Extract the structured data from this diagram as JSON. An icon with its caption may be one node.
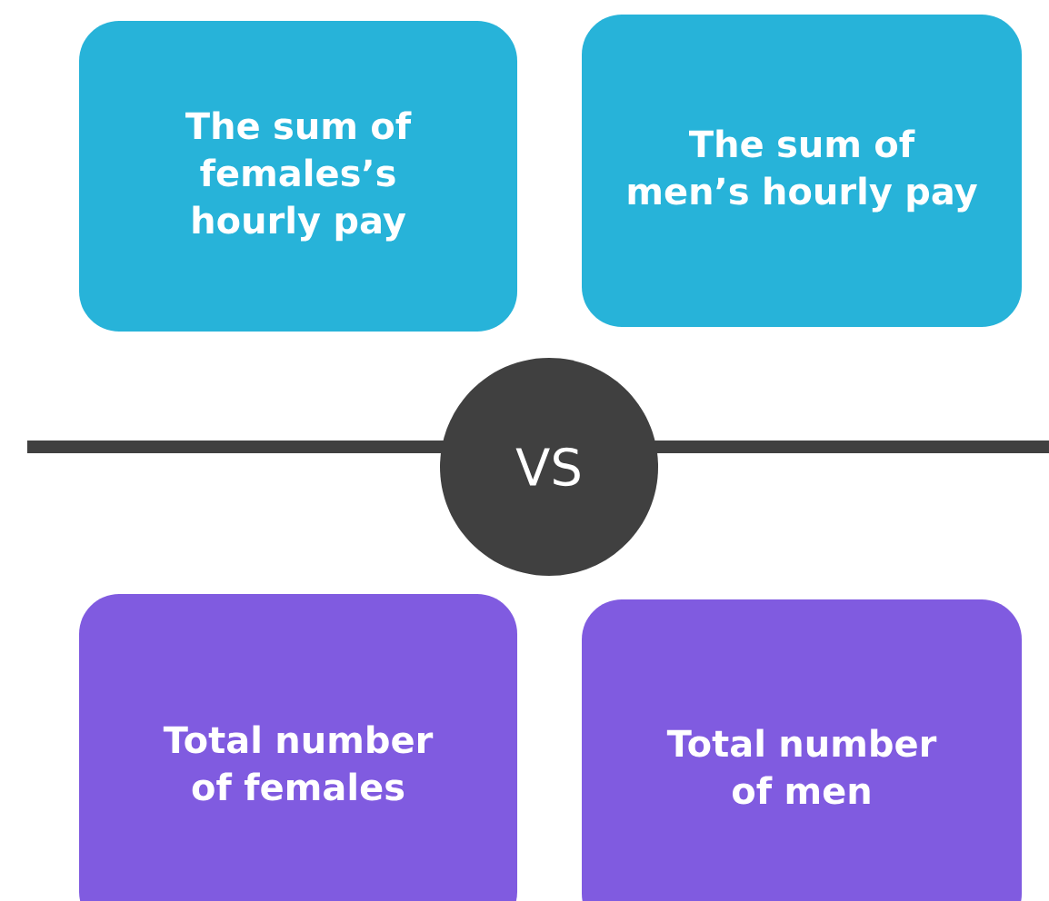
{
  "diagram": {
    "nodes": [
      {
        "text": [
          "The sum of females’s hourly pay"
        ]
      },
      {
        "text": [
          "The sum of men’s hourly pay"
        ]
      },
      {
        "text": [
          "VS"
        ]
      },
      {
        "text": [
          "Total number of females"
        ]
      },
      {
        "text": [
          "Total number of men"
        ]
      }
    ]
  }
}
